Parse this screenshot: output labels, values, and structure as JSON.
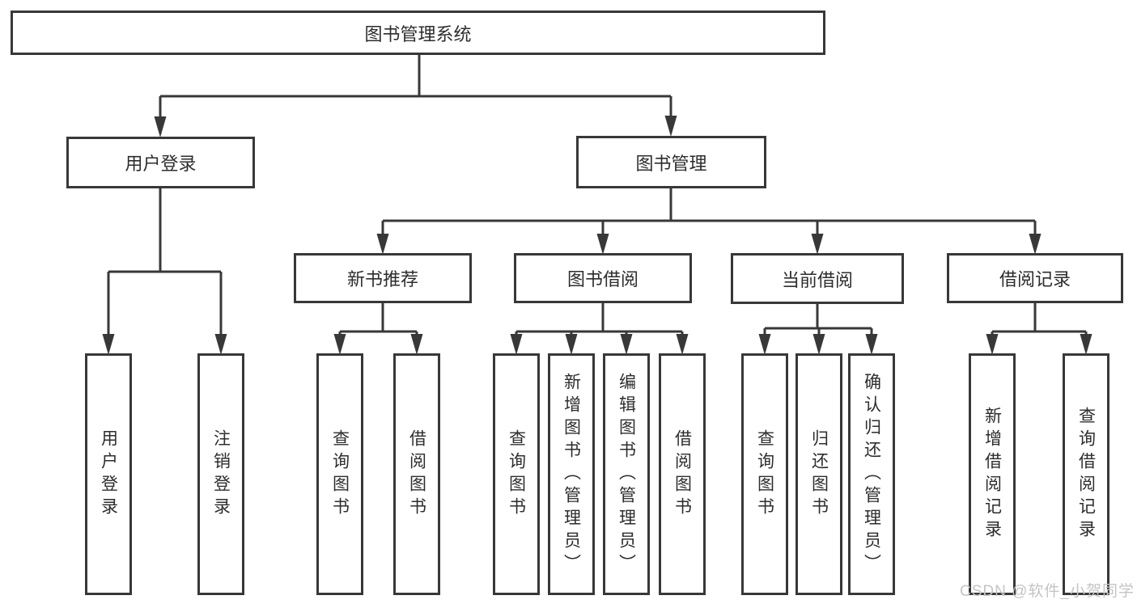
{
  "colors": {
    "line": "#383838",
    "text": "#2d2d2d",
    "box_background": "#ffffff",
    "watermark": "#c4c4c4"
  },
  "watermark": {
    "text": "CSDN @软件_小贺同学"
  },
  "tree": {
    "root": {
      "label": "图书管理系统"
    },
    "branches": [
      {
        "label": "用户登录",
        "children": [
          {
            "label": "用户登录"
          },
          {
            "label": "注销登录"
          }
        ]
      },
      {
        "label": "图书管理",
        "children": [
          {
            "label": "新书推荐",
            "children": [
              {
                "label": "查询图书"
              },
              {
                "label": "借阅图书"
              }
            ]
          },
          {
            "label": "图书借阅",
            "children": [
              {
                "label": "查询图书"
              },
              {
                "label": "新增图书（管理员）"
              },
              {
                "label": "编辑图书（管理员）"
              },
              {
                "label": "借阅图书"
              }
            ]
          },
          {
            "label": "当前借阅",
            "children": [
              {
                "label": "查询图书"
              },
              {
                "label": "归还图书"
              },
              {
                "label": "确认归还（管理员）"
              }
            ]
          },
          {
            "label": "借阅记录",
            "children": [
              {
                "label": "新增借阅记录"
              },
              {
                "label": "查询借阅记录"
              }
            ]
          }
        ]
      }
    ]
  }
}
